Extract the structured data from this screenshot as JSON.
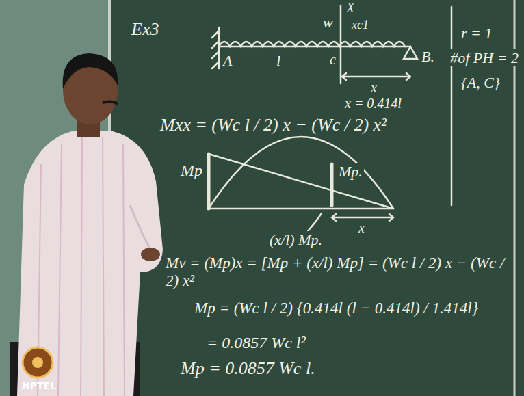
{
  "diagram": {
    "labels": [
      "Ex3",
      "X",
      "w",
      "xc1",
      "A",
      "l",
      "c",
      "B.",
      "x",
      "x = 0.414l",
      "r = 1",
      "#of PH = 2",
      "{A, C}",
      "Mxx = (Wc l / 2) x − (Wc / 2) x²",
      "Mp",
      "Mp.",
      "x",
      "(x/l) Mp.",
      "Mv = (Mp)x = [Mp + (x/l) Mp] = (Wc l / 2) x − (Wc / 2) x²",
      "Mp = (Wc l / 2) {0.414l (l − 0.414l) / 1.414l}",
      "= 0.0857 Wc l²",
      "Mp = 0.0857 Wc l.",
      "NPTEL"
    ]
  }
}
